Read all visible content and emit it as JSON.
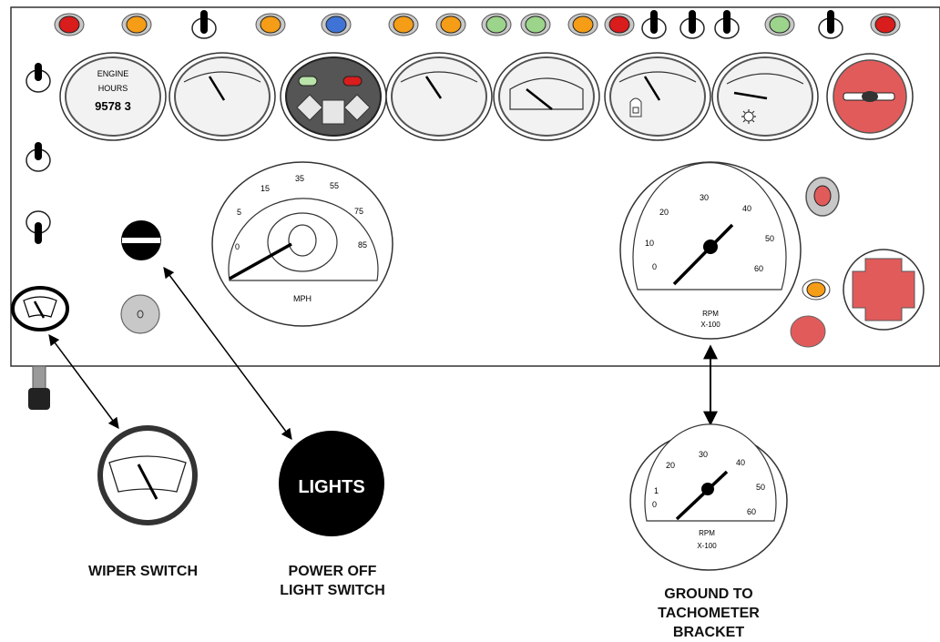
{
  "engine_hours": {
    "title_line1": "ENGINE",
    "title_line2": "HOURS",
    "value": "9578 3"
  },
  "speedometer": {
    "unit": "MPH",
    "ticks": [
      "0",
      "5",
      "15",
      "35",
      "55",
      "75",
      "85"
    ]
  },
  "tachometer_panel": {
    "unit_line1": "RPM",
    "unit_line2": "X-100",
    "ticks": [
      "0",
      "10",
      "20",
      "30",
      "40",
      "50",
      "60"
    ]
  },
  "tachometer_detail": {
    "unit_line1": "RPM",
    "unit_line2": "X-100",
    "ticks": [
      "0",
      "1",
      "20",
      "30",
      "40",
      "50",
      "60"
    ]
  },
  "lights_button": {
    "label": "LIGHTS"
  },
  "callouts": {
    "wiper_switch": "WIPER SWITCH",
    "power_off_line1": "POWER OFF",
    "power_off_line2": "LIGHT SWITCH",
    "ground_line1": "GROUND TO",
    "ground_line2": "TACHOMETER",
    "ground_line3": "BRACKET"
  },
  "colors": {
    "red": "#d91c1c",
    "orange": "#f59d16",
    "blue": "#3f74d6",
    "green": "#9bd48a",
    "warning_red": "#e25b5b",
    "gauge_face": "#f2f2f2",
    "gray": "#c8c8c8"
  },
  "indicator_lights": [
    "red",
    "orange",
    "toggle",
    "orange",
    "blue",
    "orange",
    "orange",
    "green",
    "green",
    "orange",
    "red",
    "toggle",
    "toggle",
    "toggle",
    "green",
    "toggle",
    "red"
  ]
}
